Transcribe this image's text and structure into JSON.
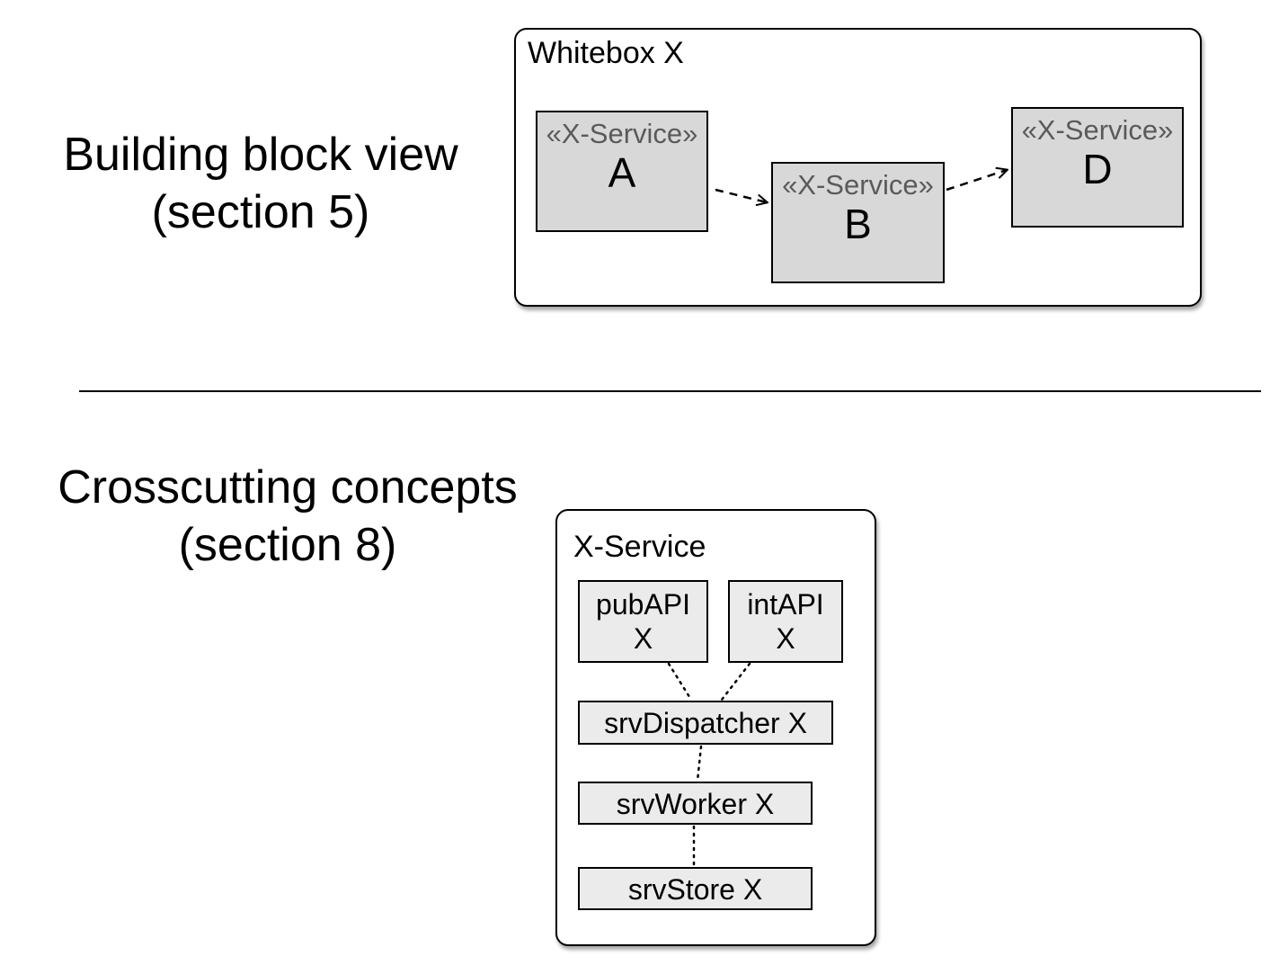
{
  "section5": {
    "heading_line1": "Building block view",
    "heading_line2": "(section 5)",
    "whitebox_title": "Whitebox X",
    "services": [
      {
        "stereotype": "«X-Service»",
        "name": "A"
      },
      {
        "stereotype": "«X-Service»",
        "name": "B"
      },
      {
        "stereotype": "«X-Service»",
        "name": "D"
      }
    ]
  },
  "section8": {
    "heading_line1": "Crosscutting concepts",
    "heading_line2": "(section 8)",
    "container_title": "X-Service",
    "components": {
      "pubapi": {
        "line1": "pubAPI",
        "line2": "X"
      },
      "intapi": {
        "line1": "intAPI",
        "line2": "X"
      },
      "dispatcher": "srvDispatcher X",
      "worker": "srvWorker X",
      "store": "srvStore X"
    }
  },
  "colors": {
    "service_fill": "#d8d8d8",
    "component_fill": "#ebebeb",
    "stereotype_text": "#5a5a5a"
  }
}
